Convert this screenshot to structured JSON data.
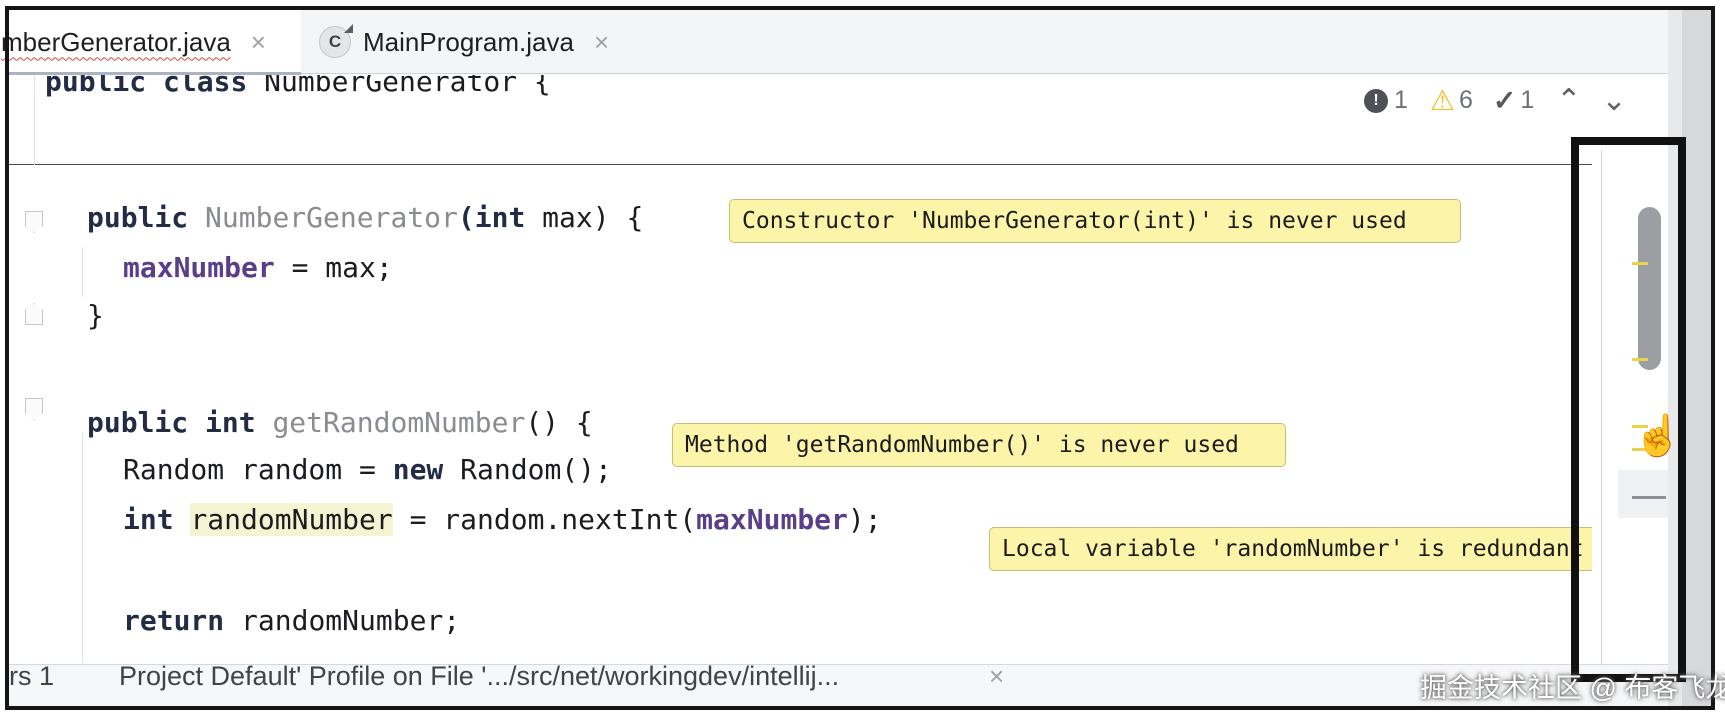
{
  "tabs": [
    {
      "label": "mberGenerator.java",
      "close": "×",
      "active": true
    },
    {
      "label": "MainProgram.java",
      "close": "×",
      "icon": "C",
      "active": false
    }
  ],
  "sticky_header": {
    "line": [
      "public",
      " ",
      "class",
      " ",
      "NumberGenerator {"
    ]
  },
  "inspection": {
    "errors": "1",
    "warnings": "6",
    "typos": "1",
    "up": "⌃",
    "down": "⌄"
  },
  "code": {
    "ctor_kw": "public",
    "ctor_name": "NumberGenerator",
    "ctor_rest1": "(",
    "ctor_int": "int",
    "ctor_rest2": " max) {",
    "assign_field": "maxNumber",
    "assign_rest": " = max;",
    "close_brace": "}",
    "method_kw1": "public",
    "method_kw2": "int",
    "method_name": "getRandomNumber",
    "method_rest": "() {",
    "random_line": "Random random = ",
    "random_new": "new",
    "random_rest": " Random();",
    "int_kw": "int",
    "rn_var": "randomNumber",
    "rn_rest1": " = random.nextInt(",
    "rn_field": "maxNumber",
    "rn_rest2": ");",
    "return_kw": "return",
    "return_rest": " randomNumber;"
  },
  "hints": {
    "ctor": "Constructor 'NumberGenerator(int)' is never used",
    "method": "Method 'getRandomNumber()' is never used",
    "local": "Local variable 'randomNumber' is redundant"
  },
  "bottom": {
    "left": "rs 1",
    "text": "Project Default' Profile on File '.../src/net/workingdev/intellij...",
    "close": "×"
  },
  "watermark": "掘金技术社区 @ 布客飞龙"
}
